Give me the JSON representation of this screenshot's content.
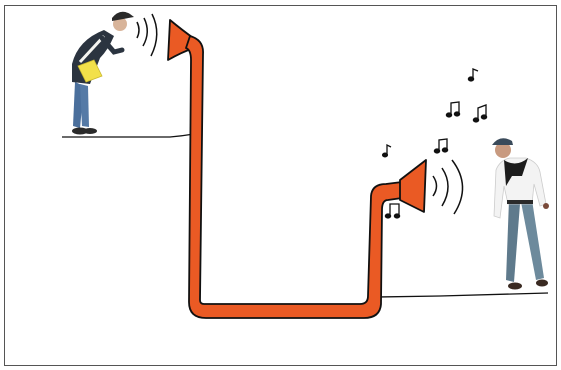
{
  "scene": {
    "pipe_color": "#ea5a24",
    "outline_color": "#111111",
    "frame_color": "#555555",
    "icons": [
      "speaking-person",
      "listening-person",
      "speaking-tube",
      "sound-waves",
      "music-notes"
    ]
  },
  "speaker": {
    "cap_color": "#2a2a2a",
    "jacket_color": "#2b3440",
    "bag_color": "#f2e04a",
    "jeans_color": "#4a6f9c"
  },
  "listener": {
    "cap_color": "#3a4a5a",
    "shirt_color": "#f3f3f3",
    "scarf_color": "#1c1c1c",
    "jeans_color": "#5f7a8c"
  }
}
